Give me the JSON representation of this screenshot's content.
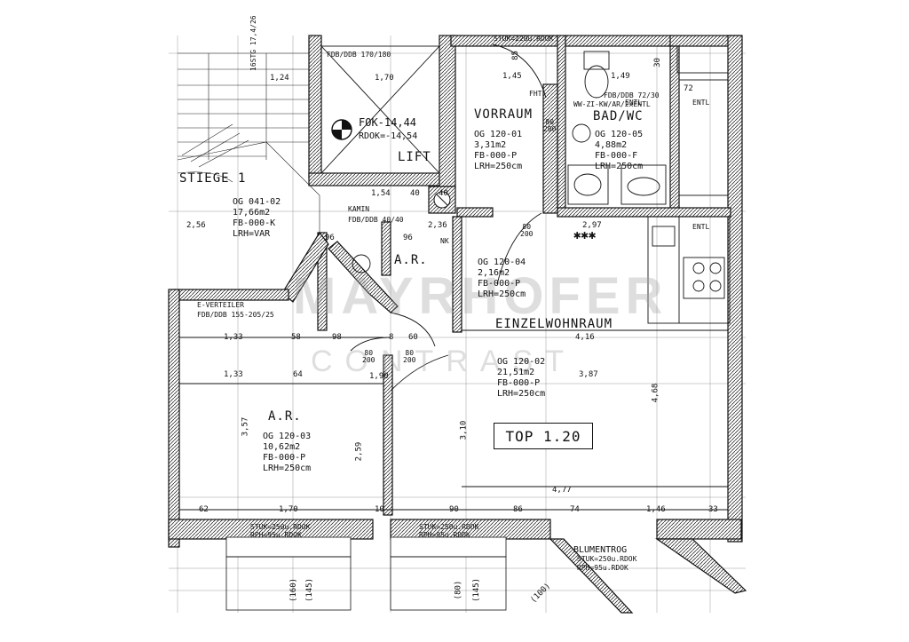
{
  "watermark": {
    "line1": "MAYRHOFER",
    "line2": "CONTRAST"
  },
  "unit_label": "TOP 1.20",
  "rooms": [
    {
      "id": "vorraum",
      "name": "VORRAUM",
      "code": "OG 120-01",
      "area": "3,31m2",
      "floor": "FB-000-P",
      "height": "LRH=250cm"
    },
    {
      "id": "bad",
      "name": "BAD/WC",
      "code": "OG 120-05",
      "area": "4,88m2",
      "floor": "FB-000-F",
      "height": "LRH=250cm"
    },
    {
      "id": "ar-small",
      "name": "A.R.",
      "code": "OG 120-04",
      "area": "2,16m2",
      "floor": "FB-000-P",
      "height": "LRH=250cm"
    },
    {
      "id": "einzel",
      "name": "EINZELWOHNRAUM",
      "code": "OG 120-02",
      "area": "21,51m2",
      "floor": "FB-000-P",
      "height": "LRH=250cm"
    },
    {
      "id": "ar-large",
      "name": "A.R.",
      "code": "OG 120-03",
      "area": "10,62m2",
      "floor": "FB-000-P",
      "height": "LRH=250cm"
    },
    {
      "id": "stiege",
      "name": "STIEGE 1",
      "code": "OG 041-02",
      "area": "17,66m2",
      "floor": "FB-000-K",
      "height": "LRH=VAR"
    }
  ],
  "labels": {
    "lift": "LIFT",
    "fok": "FOK-14,44",
    "rdok": "RDOK=-14,54",
    "fdb_lift": "FDB/DDB 170/180",
    "kamin": "KAMIN",
    "fdb_kamin": "FDB/DDB 40/40",
    "everteiler": "E-VERTEILER",
    "fdb_everteiler": "FDB/DDB 155-205/25",
    "stuk_top": "STUK=220u.RDOK",
    "fdb_bad": "FDB/DDB 72/30",
    "ww_bad": "WW-ZI-KW/AR/2xENTL",
    "blumentrog": "BLUMENTROG",
    "stuk_bl": "STUK=250u.RDOK",
    "rph_bl": "RPH=95u.RDOK",
    "stuk_win1": "STUK=250u.RDOK",
    "rph_win1": "RPH=95u.RDOK",
    "stuk_win2": "STUK=250u.RDOK",
    "rph_win2": "RPH=95u.RDOK",
    "fht": "FHT",
    "nk": "NK",
    "entl1": "ENTL",
    "entl2": "ENTL",
    "entl3": "ENTL",
    "stg": "16STG 17,4/26",
    "stars": "✱✱✱"
  },
  "dims": {
    "d_170_top": "1,70",
    "d_154": "1,54",
    "d_145": "1,45",
    "d_149": "1,49",
    "d_40a": "40",
    "d_40b": "40",
    "d_256": "2,56",
    "d_236": "2,36",
    "d_133a": "1,33",
    "d_133b": "1,33",
    "d_58": "58",
    "d_98": "98",
    "d_8a": "8",
    "d_60": "60",
    "d_190": "1,90",
    "d_64": "64",
    "d_357": "3,57",
    "d_259": "2,59",
    "d_310": "3,10",
    "d_416": "4,16",
    "d_387": "3,87",
    "d_468": "4,68",
    "d_477": "4,77",
    "d_62": "62",
    "d_170_bot": "1,70",
    "d_10": "10",
    "d_90": "90",
    "d_86": "86",
    "d_74": "74",
    "d_146": "1,46",
    "d_33": "33",
    "d_297": "2,97",
    "d_96a": "96",
    "d_96b": "96",
    "d_124": "1,24",
    "d_160": "(160)",
    "d_145b": "(145)",
    "d_80": "(80)",
    "d_145c": "(145)",
    "d_100": "(100)",
    "d_85": "85",
    "d_30": "30",
    "d_72": "72"
  },
  "doors": [
    {
      "top": "80",
      "bot": "200"
    },
    {
      "top": "80",
      "bot": "200"
    },
    {
      "top": "80",
      "bot": "200"
    },
    {
      "top": "80",
      "bot": "200"
    }
  ]
}
